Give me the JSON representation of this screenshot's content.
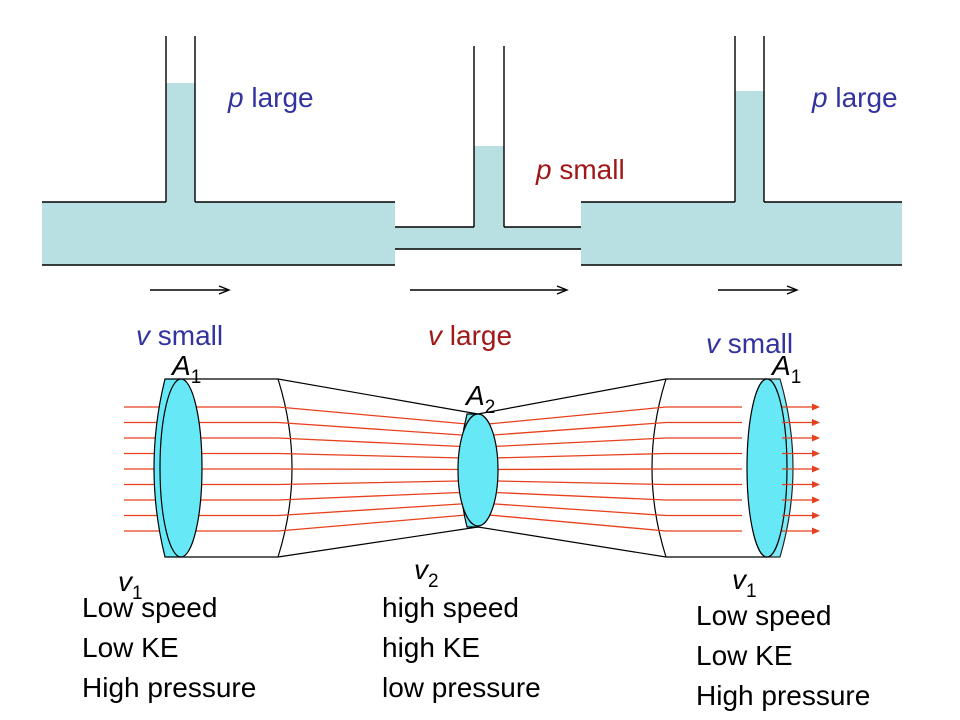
{
  "colors": {
    "fluid": "#b8e0e2",
    "disk": "#66e8f6",
    "disk_edge": "#2ad4ea",
    "stream": "#e8401c",
    "label_blue": "#3333a0",
    "label_red": "#a01818"
  },
  "top": {
    "left_pressure": {
      "symbol": "p",
      "text": "large"
    },
    "mid_pressure": {
      "symbol": "p",
      "text": "small"
    },
    "right_pressure": {
      "symbol": "p",
      "text": "large"
    },
    "left_velocity": {
      "symbol": "v",
      "text": "small"
    },
    "mid_velocity": {
      "symbol": "v",
      "text": "large"
    },
    "right_velocity": {
      "symbol": "v",
      "text": "small"
    }
  },
  "bottom": {
    "area_left": {
      "symbol": "A",
      "sub": "1"
    },
    "area_mid": {
      "symbol": "A",
      "sub": "2"
    },
    "area_right": {
      "symbol": "A",
      "sub": "1"
    },
    "vel_left": {
      "symbol": "v",
      "sub": "1"
    },
    "vel_mid": {
      "symbol": "v",
      "sub": "2"
    },
    "vel_right": {
      "symbol": "v",
      "sub": "1"
    },
    "left_desc": [
      "Low speed",
      "Low KE",
      "High pressure"
    ],
    "mid_desc": [
      "high speed",
      "high KE",
      "low pressure"
    ],
    "right_desc": [
      "Low speed",
      "Low KE",
      "High pressure"
    ]
  }
}
